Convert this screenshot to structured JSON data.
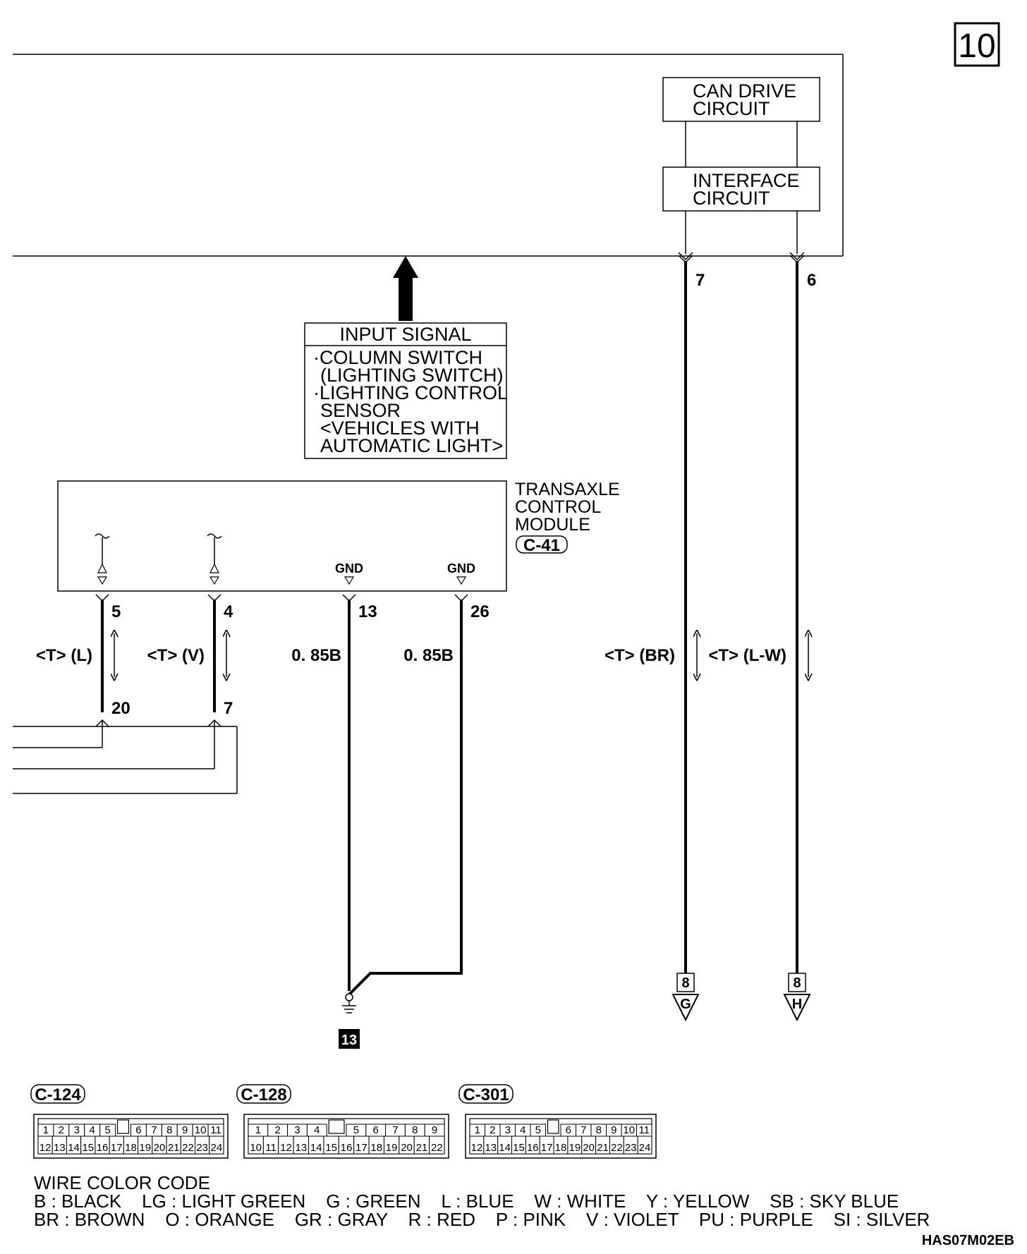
{
  "page_number": "10",
  "can_drive_circuit": [
    "CAN DRIVE",
    "CIRCUIT"
  ],
  "interface_circuit": [
    "INTERFACE",
    "CIRCUIT"
  ],
  "input_signal": {
    "header": "INPUT SIGNAL",
    "lines": [
      "·COLUMN SWITCH",
      "(LIGHTING SWITCH)",
      "·LIGHTING CONTROL",
      "SENSOR",
      "<VEHICLES WITH",
      "AUTOMATIC LIGHT>"
    ]
  },
  "module": {
    "name_lines": [
      "TRANSAXLE",
      "CONTROL",
      "MODULE"
    ],
    "connector": "C-41",
    "gnd_label": "GND"
  },
  "pins": {
    "left_wire_top": "5",
    "left_wire_bottom": "20",
    "mid_wire_top": "4",
    "mid_wire_bottom": "7",
    "gnd1": "13",
    "gnd2": "26",
    "right1": "7",
    "right2": "6"
  },
  "wire_labels": {
    "left": "<T> (L)",
    "mid": "<T> (V)",
    "gnd1": "0. 85B",
    "gnd2": "0. 85B",
    "right1": "<T> (BR)",
    "right2": "<T> (L-W)"
  },
  "ground_ref": "13",
  "offpage_refs": [
    {
      "page": "8",
      "letter": "G"
    },
    {
      "page": "8",
      "letter": "H"
    }
  ],
  "connectors": [
    {
      "name": "C-124",
      "top": [
        "1",
        "2",
        "3",
        "4",
        "5",
        "",
        "6",
        "7",
        "8",
        "9",
        "10",
        "11"
      ],
      "bottom": [
        "12",
        "13",
        "14",
        "15",
        "16",
        "17",
        "18",
        "19",
        "20",
        "21",
        "22",
        "23",
        "24"
      ]
    },
    {
      "name": "C-128",
      "top": [
        "1",
        "2",
        "3",
        "4",
        "",
        "5",
        "6",
        "7",
        "8",
        "9"
      ],
      "bottom": [
        "10",
        "11",
        "12",
        "13",
        "14",
        "15",
        "16",
        "17",
        "18",
        "19",
        "20",
        "21",
        "22"
      ]
    },
    {
      "name": "C-301",
      "top": [
        "1",
        "2",
        "3",
        "4",
        "5",
        "",
        "6",
        "7",
        "8",
        "9",
        "10",
        "11"
      ],
      "bottom": [
        "12",
        "13",
        "14",
        "15",
        "16",
        "17",
        "18",
        "19",
        "20",
        "21",
        "22",
        "23",
        "24"
      ]
    }
  ],
  "wire_color_code": {
    "title": "WIRE COLOR CODE",
    "line1": "B : BLACK    LG : LIGHT GREEN    G : GREEN    L : BLUE    W : WHITE    Y : YELLOW    SB : SKY BLUE",
    "line2": "BR : BROWN    O : ORANGE    GR : GRAY    R : RED    P : PINK    V : VIOLET    PU : PURPLE    SI : SILVER"
  },
  "doc_code": "HAS07M02EB"
}
